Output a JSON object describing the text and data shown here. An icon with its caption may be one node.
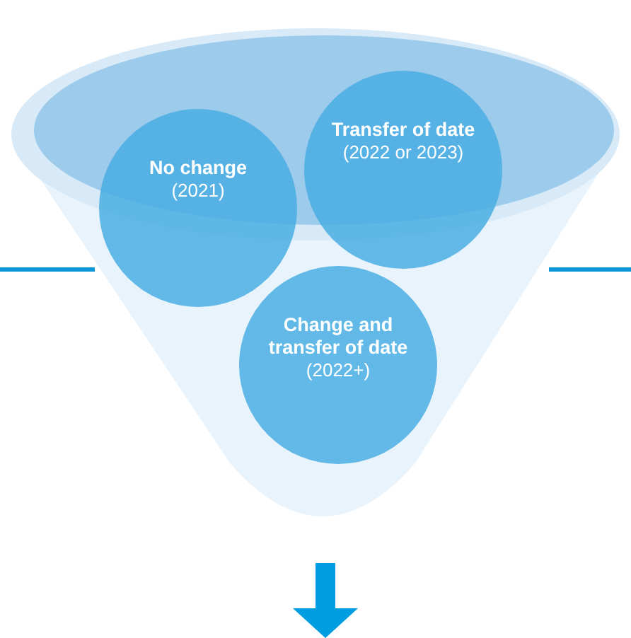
{
  "diagram": {
    "nodes": [
      {
        "text": [
          "No change",
          "(2021)"
        ]
      },
      {
        "text": [
          "Transfer of date",
          "(2022 or 2023)"
        ]
      },
      {
        "text": [
          "Change and transfer of date",
          "(2022+)"
        ]
      }
    ]
  }
}
